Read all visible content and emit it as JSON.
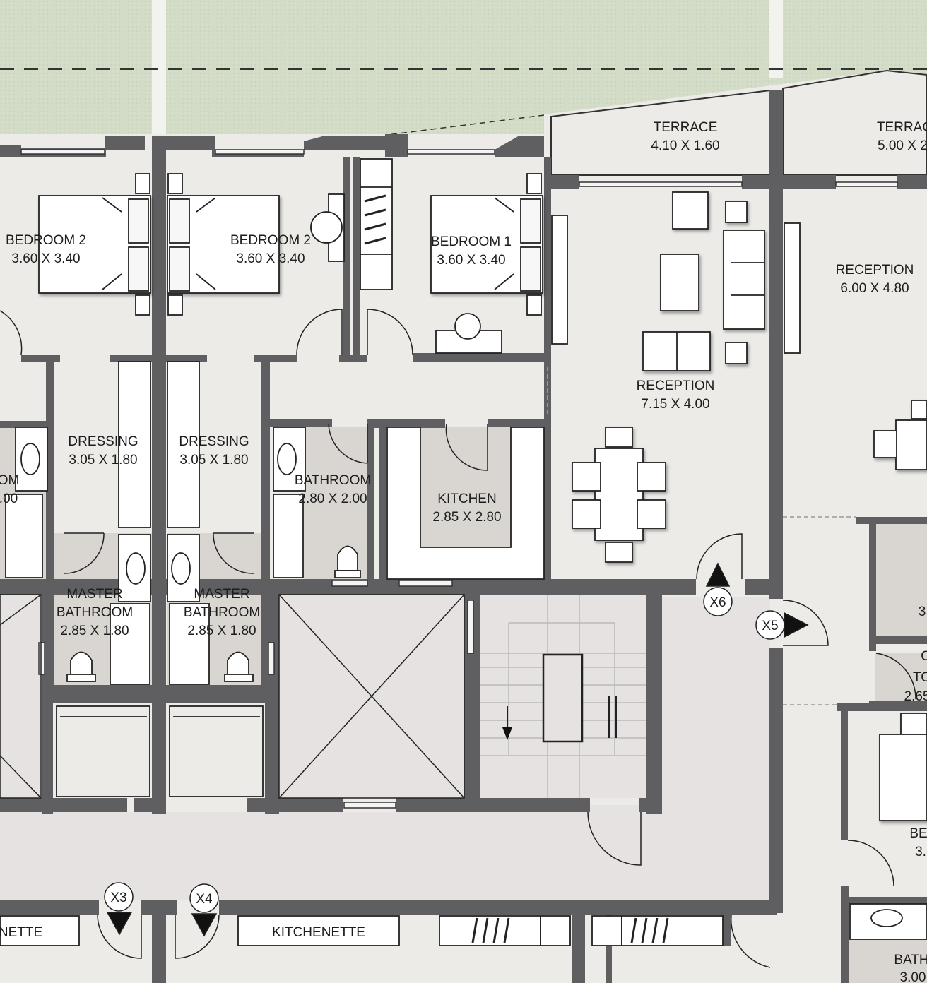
{
  "rooms": {
    "terrace_1": {
      "name": "TERRACE",
      "size": "4.10 X 1.60"
    },
    "terrace_2": {
      "name": "TERRAC",
      "size": "5.00 X 2."
    },
    "bedroom_2a": {
      "name": "BEDROOM 2",
      "size": "3.60 X 3.40"
    },
    "bedroom_2b": {
      "name": "BEDROOM 2",
      "size": "3.60 X 3.40"
    },
    "bedroom_1": {
      "name": "BEDROOM 1",
      "size": "3.60 X 3.40"
    },
    "reception_main": {
      "name": "RECEPTION",
      "size": "7.15 X 4.00"
    },
    "reception_right": {
      "name": "RECEPTION",
      "size": "6.00 X 4.80"
    },
    "dressing_a": {
      "name": "DRESSING",
      "size": "3.05 X 1.80"
    },
    "dressing_b": {
      "name": "DRESSING",
      "size": "3.05 X 1.80"
    },
    "bathroom": {
      "name": "BATHROOM",
      "size": "2.80 X 2.00"
    },
    "kitchen": {
      "name": "KITCHEN",
      "size": "2.85 X 2.80"
    },
    "master_bath_a": {
      "name_1": "MASTER",
      "name_2": "BATHROOM",
      "size": "2.85 X 1.80"
    },
    "master_bath_b": {
      "name_1": "MASTER",
      "name_2": "BATHROOM",
      "size": "2.85 X 1.80"
    },
    "partial_left": {
      "name": "OM",
      "size": ".00"
    },
    "kitchenette_left": {
      "name": "NETTE"
    },
    "kitchenette_mid": {
      "name": "KITCHENETTE"
    },
    "partial_right_1": {
      "text": "3"
    },
    "partial_right_2": {
      "text_1": "C",
      "text_2": "TO",
      "text_3": "2.65"
    },
    "partial_right_bed": {
      "text_1": "BE",
      "text_2": "3."
    },
    "partial_right_bath": {
      "text_1": "BATH",
      "text_2": "3.00"
    }
  },
  "markers": {
    "x3": "X3",
    "x4": "X4",
    "x5": "X5",
    "x6": "X6"
  },
  "colors": {
    "lawn": "#d3dcc6",
    "wall": "#5f5f62",
    "floor": "#ecebe8",
    "wet": "#d9d6d2",
    "lobby": "#e6e2e2"
  }
}
